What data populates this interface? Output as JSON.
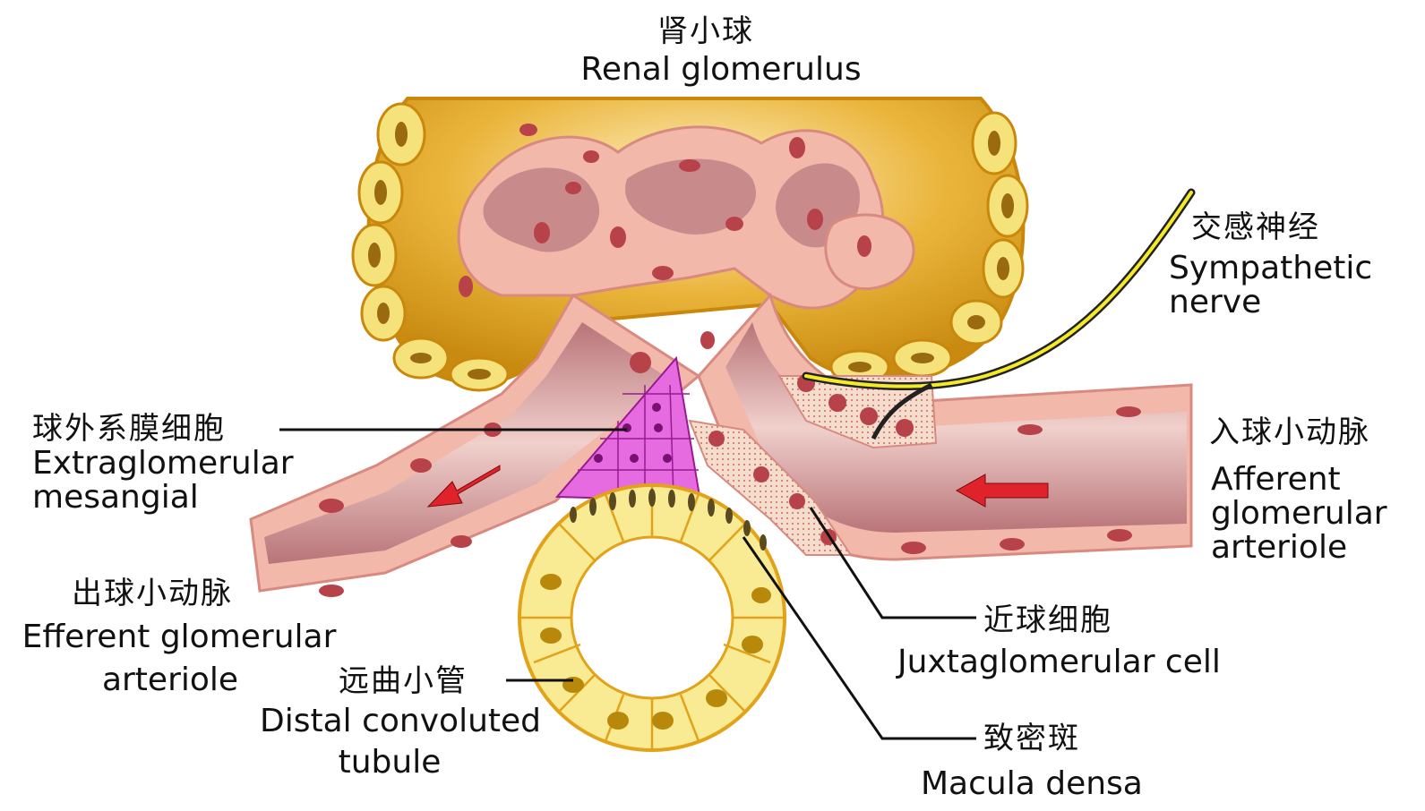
{
  "labels": {
    "glomerulus": {
      "zh": "肾小球",
      "en": "Renal glomerulus"
    },
    "sympathetic": {
      "zh": "交感神经",
      "en_line1": "Sympathetic",
      "en_line2": "nerve"
    },
    "afferent": {
      "zh": "入球小动脉",
      "en_line1": "Afferent",
      "en_line2": "glomerular",
      "en_line3": "arteriole"
    },
    "mesangial": {
      "zh": "球外系膜细胞",
      "en_line1": "Extraglomerular",
      "en_line2": "mesangial"
    },
    "efferent": {
      "zh": "出球小动脉",
      "en_line1": "Efferent glomerular",
      "en_line2": "arteriole"
    },
    "distal": {
      "zh": "远曲小管",
      "en_line1": "Distal convoluted",
      "en_line2": "tubule"
    },
    "juxtaglomerular": {
      "zh": "近球细胞",
      "en": "Juxtaglomerular cell"
    },
    "macula": {
      "zh": "致密斑",
      "en": "Macula densa"
    }
  },
  "colors": {
    "capsule_fill": "#e2a21a",
    "capsule_cell": "#f6e27a",
    "vessel_wall": "#f2b8aa",
    "vessel_lumen": "#c98a8c",
    "nucleus": "#b8424a",
    "mesangial": "#e66ae0",
    "tubule_cell": "#f8eb94",
    "nerve": "#f5ea2a",
    "arrow": "#e0232a"
  }
}
